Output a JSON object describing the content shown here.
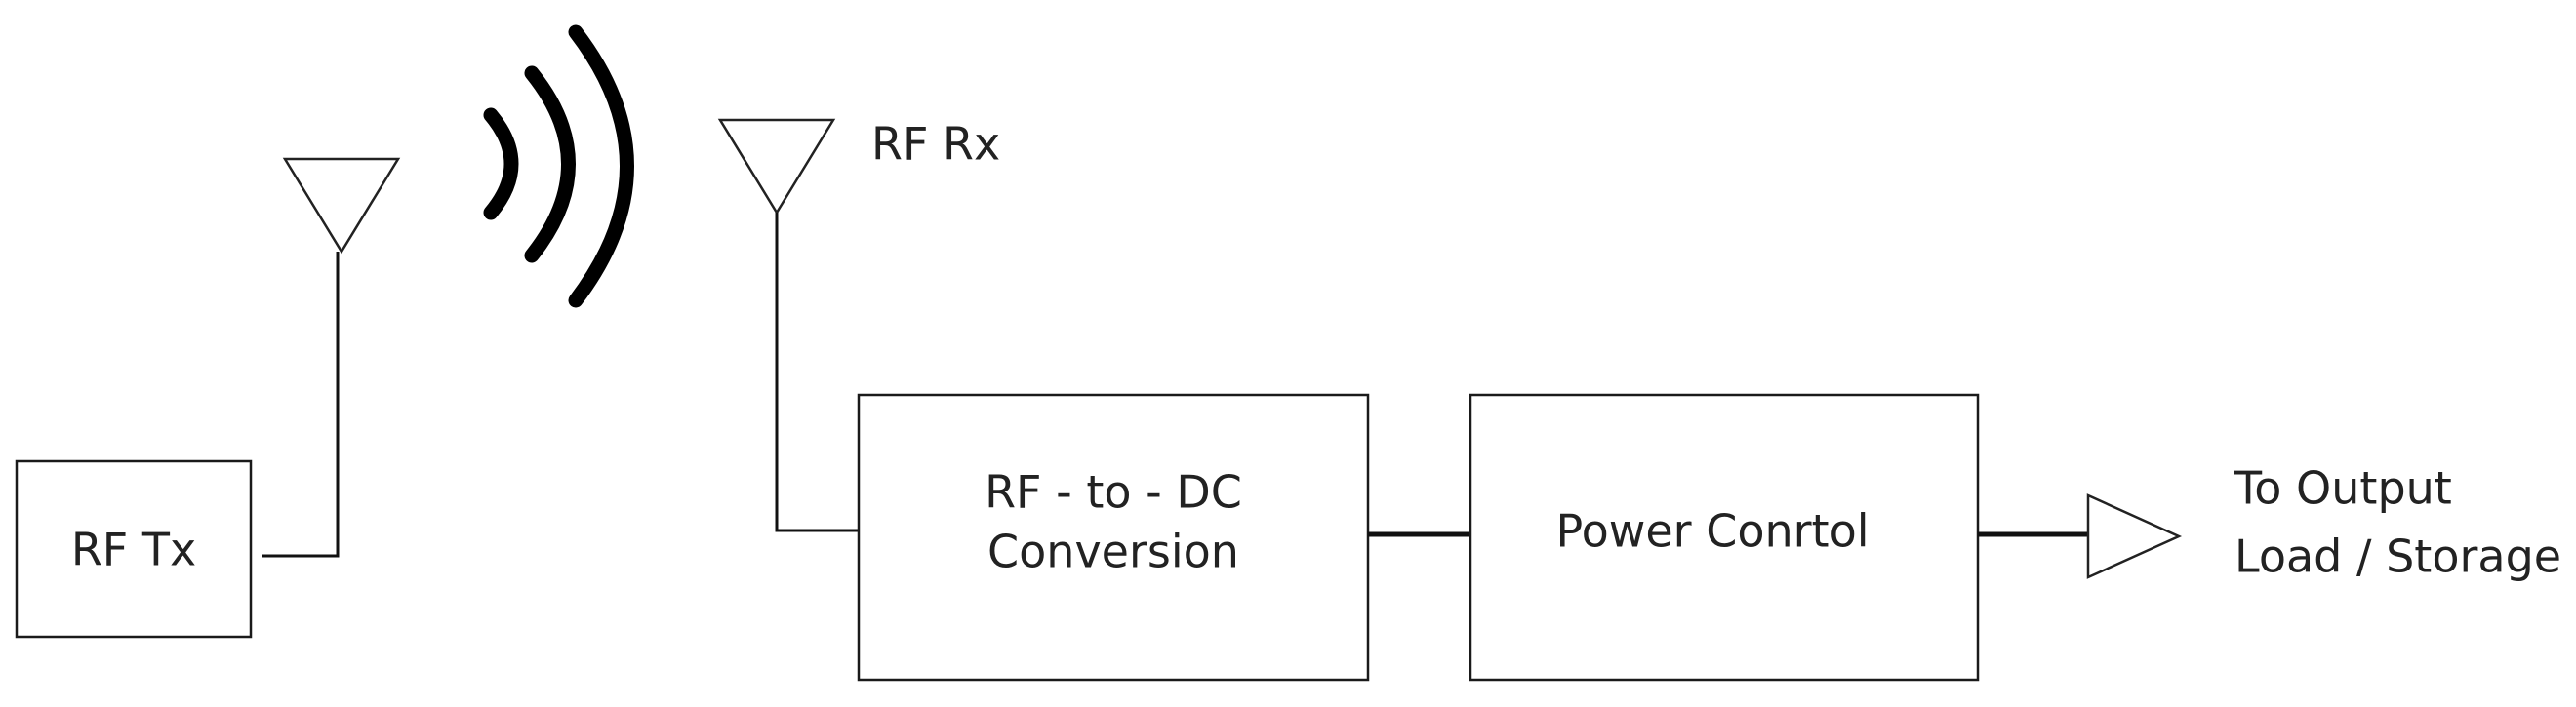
{
  "diagram": {
    "labels": {
      "rf_tx": "RF Tx",
      "rf_rx": "RF Rx",
      "rf_dc_line1": "RF - to - DC",
      "rf_dc_line2": "Conversion",
      "power_control": "Power Conrtol",
      "output_line1": "To Output",
      "output_line2": "Load / Storage"
    },
    "colors": {
      "stroke": "#1a1a1a",
      "text": "#222222",
      "background": "#ffffff"
    }
  }
}
